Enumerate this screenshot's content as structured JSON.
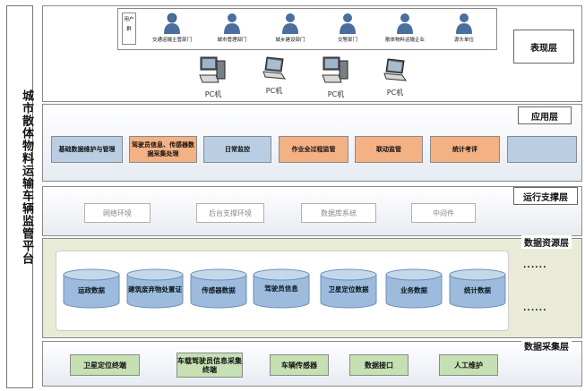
{
  "platform_title": "城市散体物料运输车辆监管平台",
  "layers": {
    "presentation": "表现层",
    "application": "应用层",
    "runtime": "运行支撑层",
    "data_resource": "数据资源层",
    "data_collection": "数据采集层"
  },
  "users_label": "用户群",
  "users": [
    "交通运输主管部门",
    "城市管理部门",
    "城乡建设部门",
    "交警部门",
    "散体物料运输企业",
    "源头单位"
  ],
  "pc_label": "PC机",
  "app_modules": [
    {
      "label": "基础数据维护与管理",
      "color": "blue"
    },
    {
      "label": "驾驶员信息、传感器数据采集处理",
      "color": "orange"
    },
    {
      "label": "日常监控",
      "color": "blue"
    },
    {
      "label": "作业全过程监管",
      "color": "orange"
    },
    {
      "label": "联动监管",
      "color": "orange"
    },
    {
      "label": "统计考评",
      "color": "orange"
    },
    {
      "label": "",
      "color": "blue"
    }
  ],
  "runtime_items": [
    "网络环境",
    "后台支撑环境",
    "数据库系统",
    "中间件"
  ],
  "databases": [
    "运政数据",
    "建筑废弃物处置证",
    "传感器数据",
    "驾驶员信息",
    "卫星定位数据",
    "业务数据",
    "统计数据"
  ],
  "ellipsis": "......",
  "collection_items": [
    "卫星定位终端",
    "车载驾驶员信息采集终端",
    "车辆传感器",
    "数据接口",
    "人工维护"
  ]
}
